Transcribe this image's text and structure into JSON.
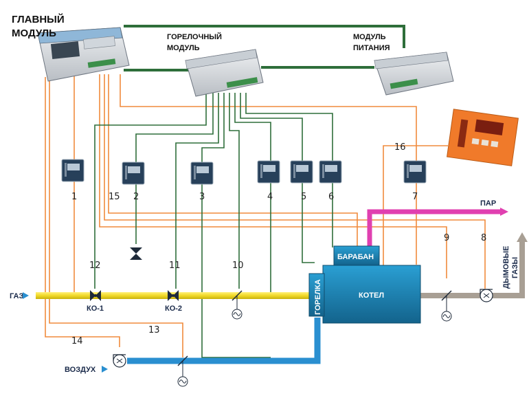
{
  "modules": {
    "main": {
      "line1": "ГЛАВНЫЙ",
      "line2": "МОДУЛЬ"
    },
    "burner": {
      "line1": "ГОРЕЛОЧНЫЙ",
      "line2": "МОДУЛЬ"
    },
    "power": {
      "line1": "МОДУЛЬ",
      "line2": "ПИТАНИЯ"
    }
  },
  "equipment": {
    "drum": "БАРАБАН",
    "boiler": "КОТЕЛ",
    "burner": "ГОРЕЛКА"
  },
  "flows": {
    "gas": "ГАЗ",
    "steam": "ПАР",
    "air": "ВОЗДУХ",
    "flue_line1": "ДЫМОВЫЕ",
    "flue_line2": "ГАЗЫ"
  },
  "valves": {
    "ko1": "КО-1",
    "ko2": "КО-2"
  },
  "sensor_numbers": [
    "1",
    "2",
    "3",
    "4",
    "5",
    "6",
    "7"
  ],
  "line_numbers": [
    "8",
    "9",
    "10",
    "11",
    "12",
    "13",
    "14",
    "15",
    "16"
  ],
  "colors": {
    "orange_wire": "#f08a3c",
    "green_wire": "#2e6e3a",
    "gas_pipe": "#f2e23a",
    "air_pipe": "#2a8fd0",
    "steam_pipe": "#e040b0",
    "flue_pipe": "#a89f94",
    "boiler": "#1e7fae",
    "panel_orange": "#f07a2a"
  }
}
